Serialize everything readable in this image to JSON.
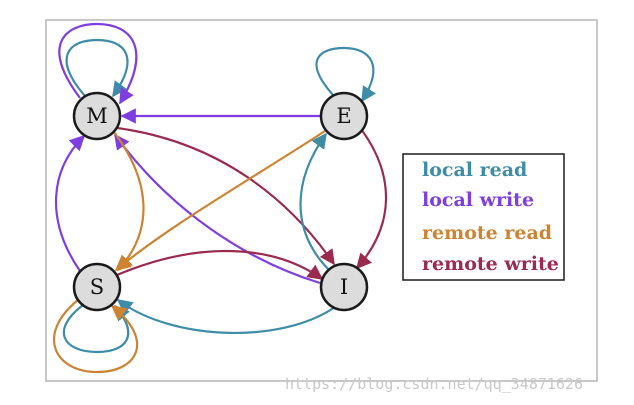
{
  "colors": {
    "local_read": "#3f8ca8",
    "local_write": "#7f3fe0",
    "remote_read": "#cc8433",
    "remote_write": "#9b2a4f",
    "node_fill": "#dcdcdc",
    "node_stroke": "#1a1a1a",
    "frame": "#b5b5b5"
  },
  "nodes": {
    "M": "M",
    "E": "E",
    "S": "S",
    "I": "I"
  },
  "legend": {
    "local_read": "local read",
    "local_write": "local write",
    "remote_read": "remote read",
    "remote_write": "remote write"
  },
  "watermark": "https://blog.csdn.net/qq_34871626",
  "edges": [
    {
      "from": "M",
      "to": "M",
      "kind": "local_read"
    },
    {
      "from": "M",
      "to": "M",
      "kind": "local_write"
    },
    {
      "from": "E",
      "to": "E",
      "kind": "local_read"
    },
    {
      "from": "E",
      "to": "M",
      "kind": "local_write"
    },
    {
      "from": "M",
      "to": "I",
      "kind": "remote_write"
    },
    {
      "from": "I",
      "to": "M",
      "kind": "local_write"
    },
    {
      "from": "M",
      "to": "S",
      "kind": "remote_read"
    },
    {
      "from": "S",
      "to": "M",
      "kind": "local_write"
    },
    {
      "from": "E",
      "to": "S",
      "kind": "remote_read"
    },
    {
      "from": "S",
      "to": "I",
      "kind": "remote_write"
    },
    {
      "from": "E",
      "to": "I",
      "kind": "remote_write"
    },
    {
      "from": "I",
      "to": "E",
      "kind": "local_read"
    },
    {
      "from": "I",
      "to": "S",
      "kind": "local_read"
    },
    {
      "from": "S",
      "to": "S",
      "kind": "local_read"
    },
    {
      "from": "S",
      "to": "S",
      "kind": "remote_read"
    }
  ]
}
